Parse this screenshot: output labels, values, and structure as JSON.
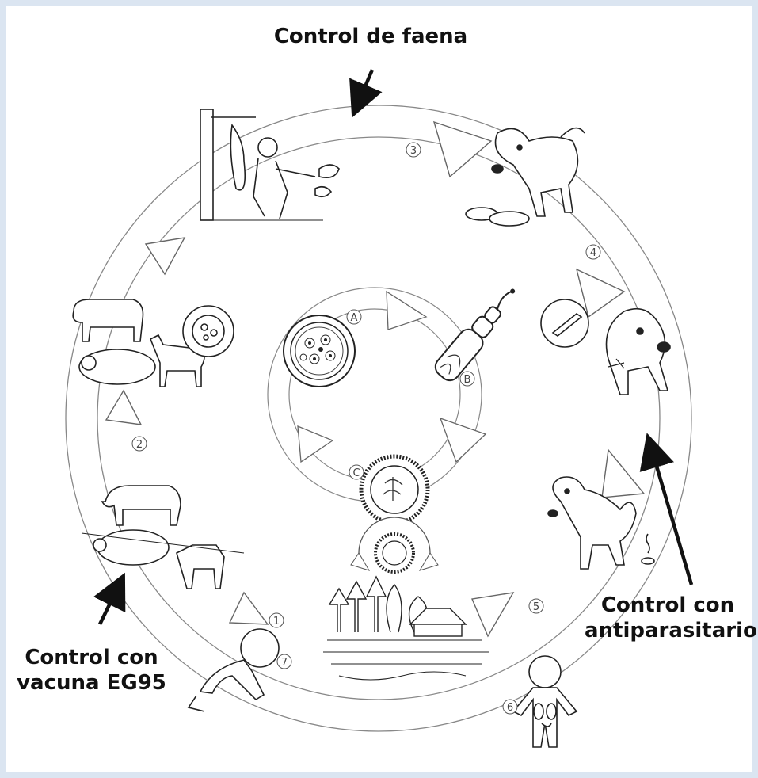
{
  "labels": {
    "slaughter_control": "Control de faena",
    "antiparasitic_control_line1": "Control con",
    "antiparasitic_control_line2": "antiparasitario",
    "vaccine_control_line1": "Control con",
    "vaccine_control_line2": "vacuna EG95"
  },
  "outer_cycle_steps": [
    "1",
    "2",
    "3",
    "4",
    "5",
    "6",
    "7"
  ],
  "inner_cycle_steps": [
    "A",
    "B",
    "C"
  ],
  "colors": {
    "page_border": "#dbe5f1",
    "background": "#ffffff",
    "line": "#555555",
    "arrow_fill": "#ffffff",
    "control_arrow": "#111111"
  },
  "icons": {
    "slaughter": "slaughterhouse-scene-icon",
    "dog": "dog-icon",
    "infected_dog": "infected-dog-icon",
    "defecating_dog": "defecating-dog-icon",
    "environment": "farm-landscape-icon",
    "grazing_livestock": "grazing-livestock-icon",
    "infected_livestock": "livestock-icon",
    "human": "human-body-icon",
    "child": "crawling-child-icon",
    "cyst": "hydatid-cyst-icon",
    "tapeworm": "tapeworm-icon",
    "egg": "egg-icon"
  }
}
